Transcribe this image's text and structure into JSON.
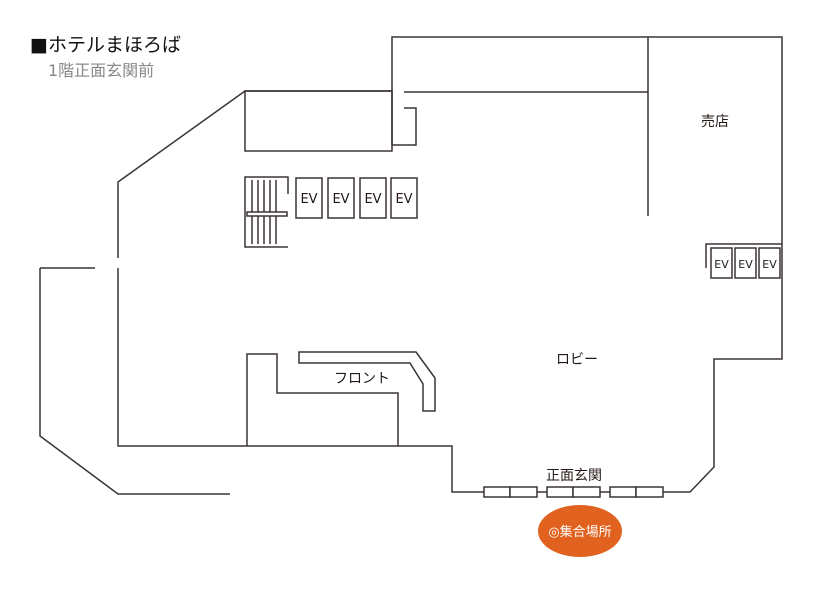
{
  "header": {
    "title": "■ホテルまほろば",
    "subtitle": "1階正面玄関前"
  },
  "labels": {
    "shop": "売店",
    "lobby": "ロビー",
    "front_desk": "フロント",
    "main_entrance": "正面玄関",
    "meeting_point": "◎集合場所",
    "elevator": "EV"
  },
  "colors": {
    "wall": "#3b3333",
    "meeting_point": "#e0621e"
  }
}
